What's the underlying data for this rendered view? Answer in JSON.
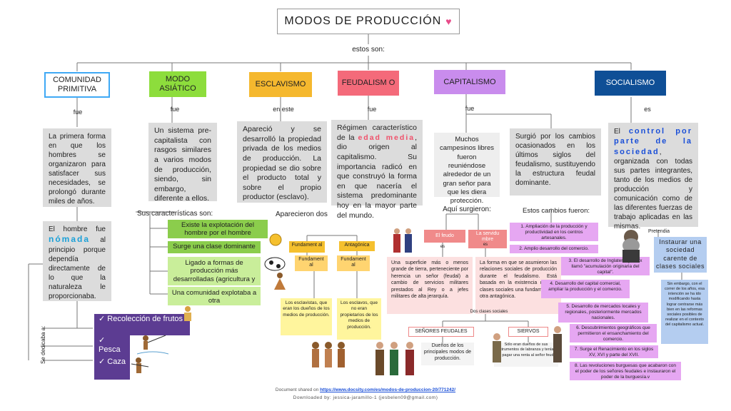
{
  "title": "MODOS DE PRODUCCIÓN",
  "title_heart": "♥",
  "subtitle": "estos son:",
  "modes": [
    {
      "label": "COMUNIDAD PRIMITIVA",
      "connector": "fue",
      "color": "#3fa9f5"
    },
    {
      "label": "MODO ASIÁTICO",
      "connector": "fue",
      "color": "#8ddd3c"
    },
    {
      "label": "ESCLAVISMO",
      "connector": "en este",
      "color": "#f5b82e"
    },
    {
      "label": "FEUDALISM O",
      "connector": "fue",
      "color": "#f46a7a"
    },
    {
      "label": "CAPITALISMO",
      "connector": "fue",
      "color": "#c98ced"
    },
    {
      "label": "SOCIALISMO",
      "connector": "es",
      "color": "#0f4f96"
    }
  ],
  "primitiva": {
    "desc": "La primera forma en que los hombres se organizaron para satisfacer sus necesidades, se prolongó durante miles de años.",
    "nomada_pre": "El hombre fue",
    "nomada_word": "nómada",
    "nomada_post": "al principio porque dependía directamente de lo que la naturaleza le proporcionaba.",
    "se_dedicaba": "Se dedicaba a:",
    "activities": [
      "✓ Recolección de frutos",
      "✓ Pesca",
      "✓ Caza"
    ]
  },
  "asiatico": {
    "desc": "Un sistema pre-capitalista con rasgos similares a varios modos de producción, siendo, sin embargo, diferente a ellos.",
    "caracteristicas_label": "Sus características son:",
    "caracteristicas": [
      "Existe la explotación del hombre por el hombre",
      "Surge una clase dominante",
      "Ligado a formas de producción más desarrolladas (agricultura y",
      "Una comunidad explotaba a otra"
    ]
  },
  "esclavismo": {
    "desc": "Apareció y se desarrolló la propiedad privada de los medios de producción. La propiedad se dio sobre el producto total y sobre el propio productor (esclavo).",
    "aparecieron": "Aparecieron dos",
    "clases": [
      "Fundament al",
      "Antagónica"
    ],
    "sub": [
      "Fundament al",
      "Fundament al"
    ],
    "details": [
      "Los esclavistas, que eran los dueños de los medios de producción.",
      "Los esclavos, que no eran propietarios de los medios de producción."
    ]
  },
  "feudalismo": {
    "desc_pre": "Régimen característico de la",
    "desc_highlight": "edad media",
    "desc_post": ", dio origen al capitalismo. Su importancia radicó en que construyó la forma en que nacería el sistema predominante hoy en la mayor parte del mundo.",
    "clases": [
      "El feudo",
      "La servidu mbre"
    ],
    "connectors": [
      "es",
      "es"
    ],
    "details": [
      "Una superficie más o menos grande de tierra, perteneciente por herencia un señor (feudal) a cambio de servicios militares prestados al Rey o a jefes militares de alta jerarquía.",
      "La forma en que se asumieron las relaciones sociales de producción durante el feudalismo. Está basada en la existencia de dos clases sociales una fundamental y otra antagónica."
    ],
    "dos_clases": "Dos clases sociales",
    "senores": "SEÑORES FEUDALES",
    "siervos": "SIERVOS",
    "senores_desc": "Dueños de los principales modos de producción.",
    "siervos_desc": "Sólo eran dueños de sus instrumentos de labranza y tenían que pagar una renta al señor feudal."
  },
  "capitalismo": {
    "desc1": "Muchos campesinos libres fueron reuniéndose alrededor de un gran señor para que les diera protección.",
    "desc2": "Surgió por los cambios ocasionados en los últimos siglos del feudalismo, sustituyendo la estructura feudal dominante.",
    "aqui_surgieron": "Aquí surgieron:",
    "estos_cambios": "Estos cambios fueron:",
    "cambios": [
      "1. Ampliación de la producción y productividad en los centros artesanales.",
      "2. Amplio desarrollo del comercio.",
      "3. El desarrollo de Inglaterra y Marx llamó \"acumulación originaria del capital\".",
      "4. Desarrollo del capital comercial, ampliar la producción y el comercio.",
      "5. Desarrollo de mercados locales y regionales, posteriormente mercados nacionales.",
      "6. Descubrimientos geográficos que permitieron el ensanchamiento del comercio.",
      "7. Surge el Renacimiento en los siglos XV, XVI y parte del XVII.",
      "8. Las revoluciones burguesas que acabaron con el poder de los señores feudales e instauraron el poder de la burguesía.v"
    ]
  },
  "socialismo": {
    "desc_pre": "El",
    "desc_highlight": "control por parte de la sociedad",
    "desc_post": ", organizada con todas sus partes integrantes, tanto de los medios de producción y comunicación como de las diferentes fuerzas de trabajo aplicadas en las mismas.",
    "pretendia": "Pretendia",
    "goal": "Instaurar una sociedad carente de clases sociales",
    "note": "Sin embargo, con el correr de los años, esa intención se ha ido modificando hasta lograr centrarse más bien en las reformas sociales posibles de realizar en el contexto del capitalismo actual."
  },
  "footer": {
    "shared_prefix": "Document shared on",
    "url": "https://www.docsity.com/es/modos-de-produccion-20/771242/",
    "downloaded": "Downloaded by: jessica-jaramillo-1 (jesbelen09@gmail.com)"
  }
}
